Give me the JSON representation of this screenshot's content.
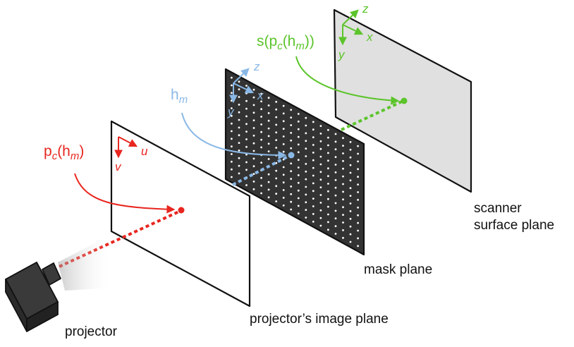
{
  "colors": {
    "red": "#e8261f",
    "blue": "#8ab8e6",
    "green": "#5cc42b",
    "mask": "#333333",
    "scanner": "#dfe0df",
    "projector_body": "#3a3a3a"
  },
  "planes": {
    "projector_image": {
      "label": "projector’s image plane"
    },
    "mask": {
      "label": "mask plane"
    },
    "scanner": {
      "label_line1": "scanner",
      "label_line2": "surface plane"
    }
  },
  "projector": {
    "label": "projector"
  },
  "annotations": {
    "pc": {
      "prefix": "p",
      "sub": "c",
      "open": "(h",
      "sub2": "m",
      "close": ")"
    },
    "hm": {
      "prefix": "h",
      "sub": "m"
    },
    "s": {
      "prefix": "s(p",
      "sub": "c",
      "open": "(h",
      "sub2": "m",
      "close": "))"
    }
  },
  "axes": {
    "image": {
      "u": "u",
      "v": "v"
    },
    "mask": {
      "x": "x",
      "y": "y",
      "z": "z"
    },
    "scanner": {
      "x": "x",
      "y": "y",
      "z": "z"
    }
  },
  "mask_grid": {
    "rows": 14,
    "cols": 18
  }
}
